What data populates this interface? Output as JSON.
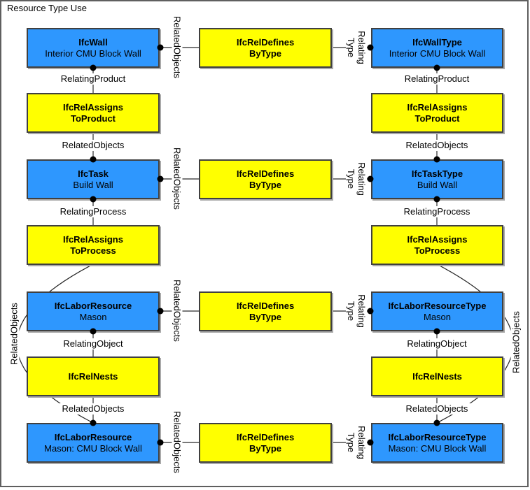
{
  "title": "Resource Type Use",
  "colors": {
    "occurrence_fill": "#2E97FE",
    "relationship_fill": "#FFFF00",
    "box_border": "#404040",
    "connector_gray": "#808080",
    "connector_dark": "#4d4d4d",
    "arc": "#222222",
    "dot": "#000000"
  },
  "boxes": {
    "wall": {
      "title": "IfcWall",
      "subtitle": "Interior CMU Block Wall"
    },
    "wall_type": {
      "title": "IfcWallType",
      "subtitle": "Interior CMU Block Wall"
    },
    "task": {
      "title": "IfcTask",
      "subtitle": "Build Wall"
    },
    "task_type": {
      "title": "IfcTaskType",
      "subtitle": "Build Wall"
    },
    "labor_resource": {
      "title": "IfcLaborResource",
      "subtitle": "Mason"
    },
    "labor_resource_type": {
      "title": "IfcLaborResourceType",
      "subtitle": "Mason"
    },
    "labor_occurrence": {
      "title": "IfcLaborResource",
      "subtitle": "Mason: CMU Block Wall"
    },
    "labor_occurrence_type": {
      "title": "IfcLaborResourceType",
      "subtitle": "Mason: CMU Block Wall"
    },
    "rel_defines": {
      "line1": "IfcRelDefines",
      "line2": "ByType"
    },
    "rel_assigns_product": {
      "line1": "IfcRelAssigns",
      "line2": "ToProduct"
    },
    "rel_assigns_process": {
      "line1": "IfcRelAssigns",
      "line2": "ToProcess"
    },
    "rel_nests": {
      "title": "IfcRelNests"
    }
  },
  "labels": {
    "relating_product": "RelatingProduct",
    "related_objects": "RelatedObjects",
    "relating_process": "RelatingProcess",
    "relating_object": "RelatingObject",
    "relating": "Relating",
    "type": "Type"
  }
}
